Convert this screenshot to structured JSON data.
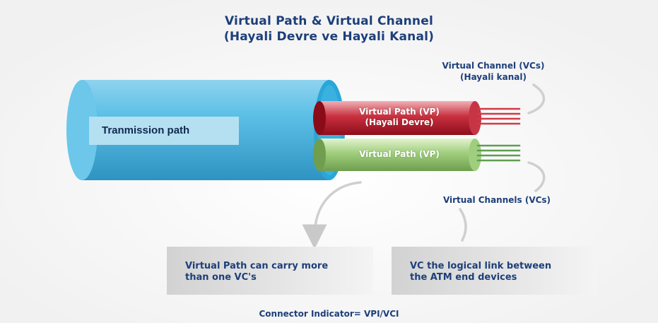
{
  "title": {
    "line1": "Virtual Path & Virtual Channel",
    "line2": "(Hayali Devre ve Hayali Kanal)"
  },
  "transmission_path": {
    "label": "Tranmission path"
  },
  "vp_red": {
    "line1": "Virtual Path (VP)",
    "line2": "(Hayali Devre)"
  },
  "vp_green": {
    "label": "Virtual Path (VP)"
  },
  "vc_top": {
    "line1": "Virtual Channel (VCs)",
    "line2": "(Hayali kanal)"
  },
  "vc_bottom": {
    "label": "Virtual Channels (VCs)"
  },
  "notes": {
    "left": {
      "line1": "Virtual Path can carry more",
      "line2": "than one VC's"
    },
    "right": {
      "line1": "VC the logical link between",
      "line2": "the ATM end devices"
    }
  },
  "footer": "Connector Indicator= VPI/VCI",
  "colors": {
    "title": "#1d3f7a",
    "cable": "#4fb8df",
    "vp_red": "#b01727",
    "vp_green": "#8cc06a",
    "label_box": "#b4e0f2",
    "note_box": "#dddddd"
  }
}
